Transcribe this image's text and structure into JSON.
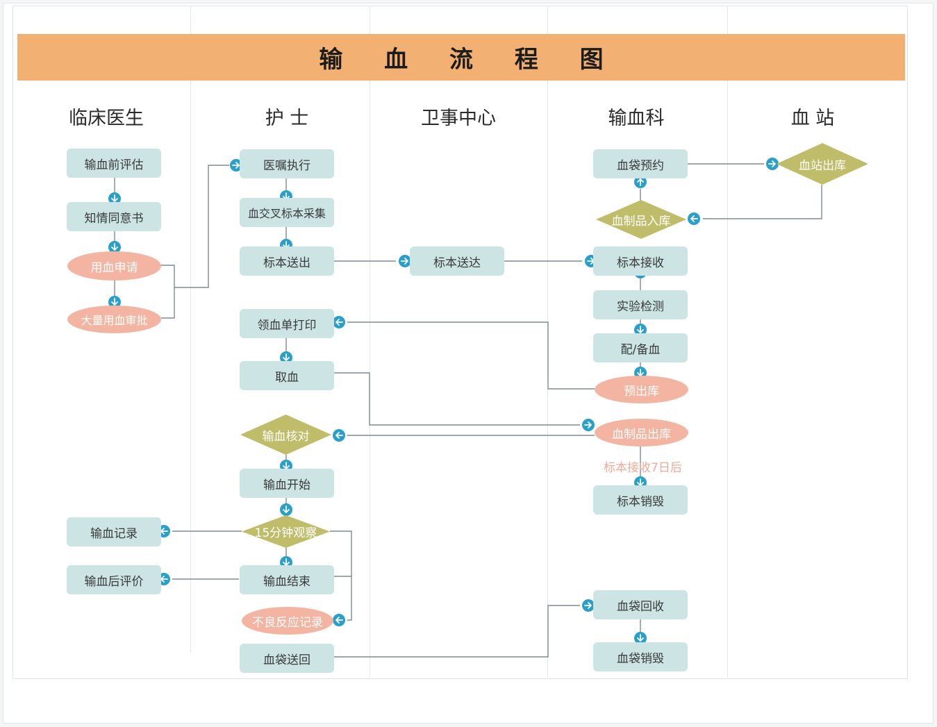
{
  "title": "输 血 流 程 图",
  "lanes": [
    "临床医生",
    "护 士",
    "卫事中心",
    "输血科",
    "血 站"
  ],
  "nodes": {
    "pre_eval": "输血前评估",
    "consent": "知情同意书",
    "apply": "用血申请",
    "big_approve": "大量用血审批",
    "order_exec": "医嘱执行",
    "sample_collect": "血交叉标本采集",
    "sample_send_out": "标本送出",
    "print_form": "领血单打印",
    "take_blood": "取血",
    "verify": "输血核对",
    "start": "输血开始",
    "observe15": "15分钟观察",
    "finish": "输血结束",
    "adverse": "不良反应记录",
    "bag_return": "血袋送回",
    "record": "输血记录",
    "post_eval": "输血后评价",
    "sample_deliver": "标本送达",
    "bag_reserve": "血袋预约",
    "product_in": "血制品入库",
    "sample_receive": "标本接收",
    "lab_test": "实验检测",
    "match": "配/备血",
    "pre_out": "预出库",
    "product_out": "血制品出库",
    "sample_destroy": "标本销毁",
    "bag_recycle": "血袋回收",
    "bag_destroy": "血袋销毁",
    "station_out": "血站出库"
  },
  "note_text": "标本接收7日后",
  "colors": {
    "header": "#f2b072",
    "rect": "#cce4e4",
    "ellipse": "#f3b5a2",
    "diamond": "#bfbd6a",
    "arrow": "#2a9fc9",
    "line": "#7f8a8f"
  }
}
